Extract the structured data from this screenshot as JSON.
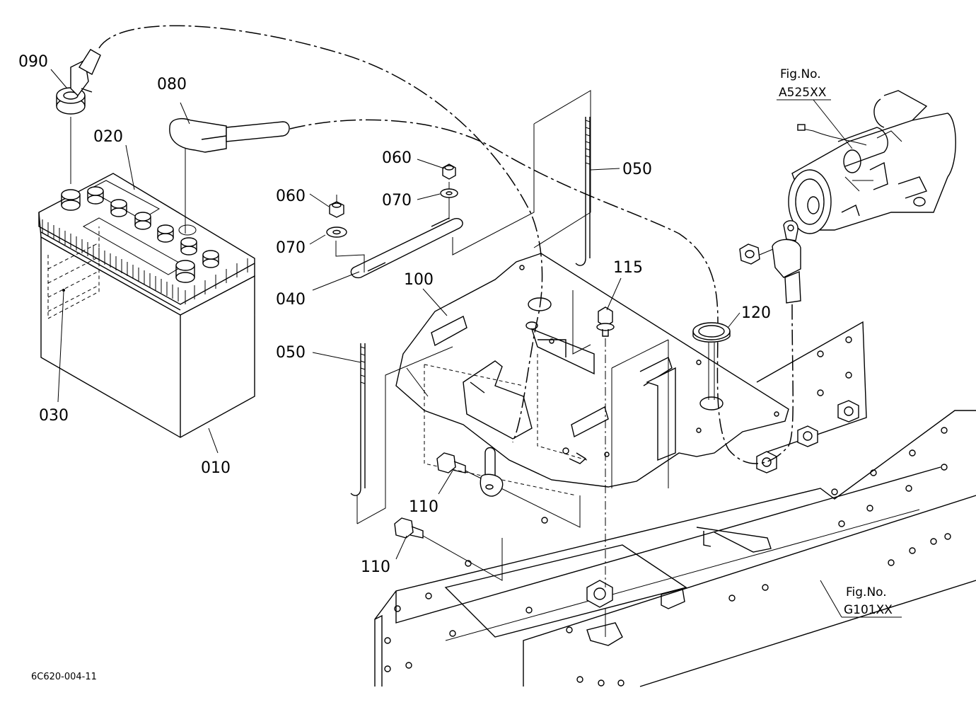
{
  "callouts": {
    "c090": "090",
    "c080": "080",
    "c020": "020",
    "c030": "030",
    "c010": "010",
    "c060a": "060",
    "c070a": "070",
    "c060b": "060",
    "c070b": "070",
    "c040": "040",
    "c050a": "050",
    "c050b": "050",
    "c100": "100",
    "c115": "115",
    "c120": "120",
    "c110a": "110",
    "c110b": "110"
  },
  "figure_refs": {
    "starter_label": "Fig.No.",
    "starter_no": "A525XX",
    "frame_label": "Fig.No.",
    "frame_no": "G101XX"
  },
  "drawing_code": "6C620-004-11"
}
